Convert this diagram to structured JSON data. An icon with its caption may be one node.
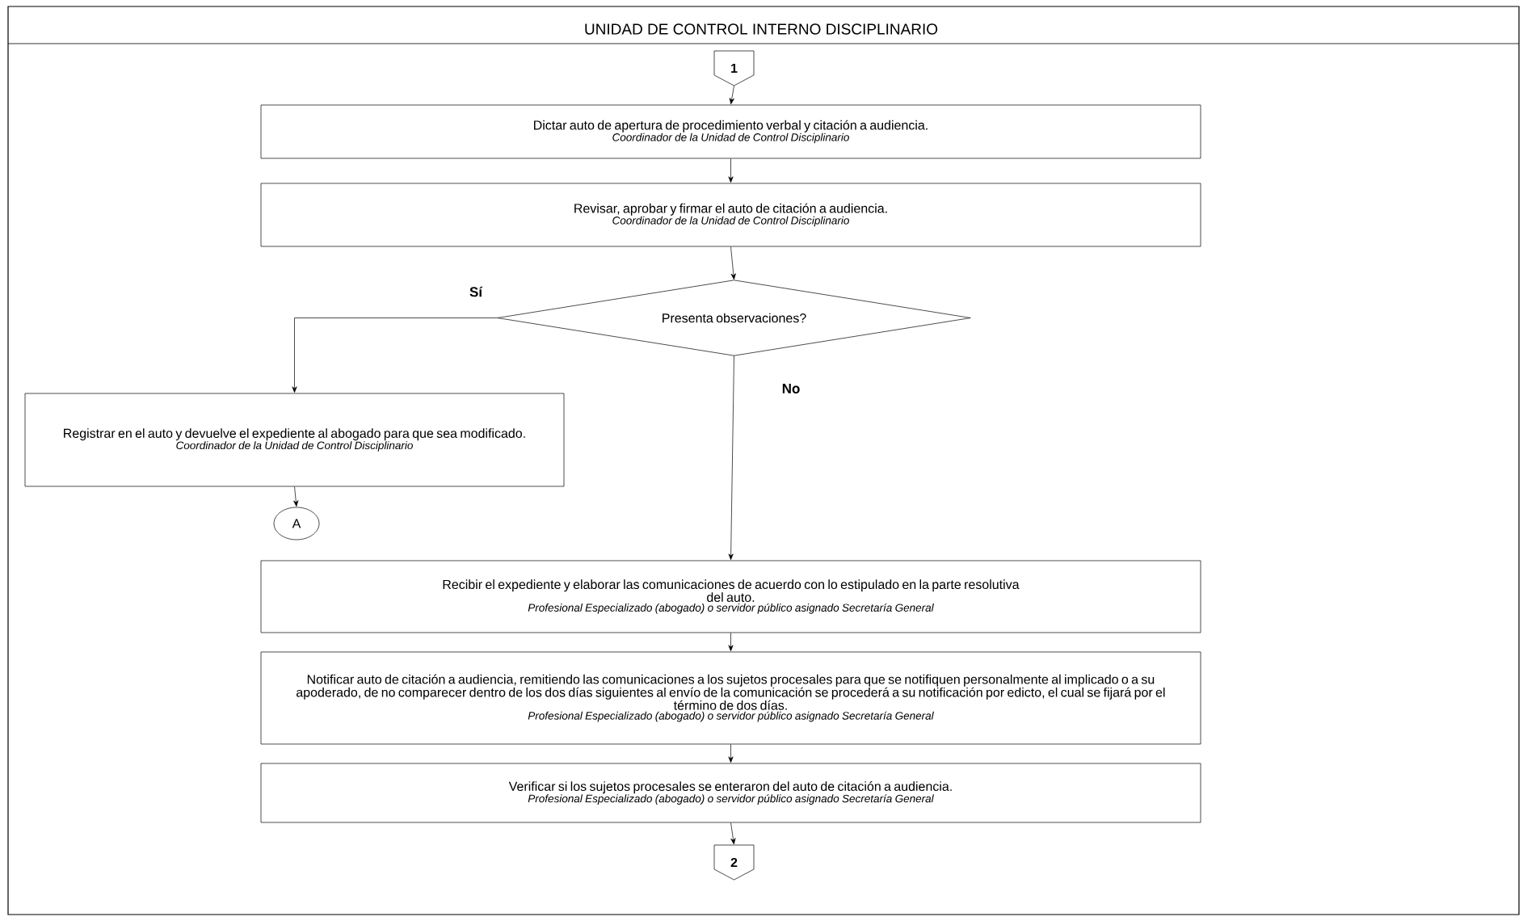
{
  "diagram": {
    "title": "UNIDAD DE CONTROL INTERNO DISCIPLINARIO",
    "nodes": [
      {
        "text": [
          "1"
        ]
      },
      {
        "text": [
          "Dictar auto de apertura de procedimiento verbal y citación a audiencia.",
          "Coordinador de la Unidad de Control Disciplinario"
        ]
      },
      {
        "text": [
          "Revisar, aprobar y firmar el auto de citación a audiencia.",
          "Coordinador de la Unidad de Control Disciplinario"
        ]
      },
      {
        "text": [
          "Presenta observaciones?"
        ]
      },
      {
        "text": [
          "Registrar en el auto y devuelve el expediente al abogado para que sea modificado.",
          "Coordinador de la Unidad de Control Disciplinario"
        ]
      },
      {
        "text": [
          "A"
        ]
      },
      {
        "text": [
          "Recibir el expediente y elaborar las comunicaciones de acuerdo con lo estipulado en la parte resolutiva del auto.",
          "Profesional Especializado (abogado) o servidor público asignado Secretaría General"
        ]
      },
      {
        "text": [
          "Notificar auto de citación a audiencia, remitiendo las comunicaciones a los sujetos procesales para que se notifiquen personalmente al implicado o a su apoderado, de no comparecer dentro de los dos días siguientes al envío de la comunicación se procederá a su notificación por edicto, el cual se fijará por el término de dos días.",
          "Profesional Especializado (abogado) o servidor público asignado Secretaría General"
        ]
      },
      {
        "text": [
          "Verificar si los sujetos procesales se enteraron del auto de citación a audiencia.",
          "Profesional Especializado (abogado) o servidor público asignado Secretaría General"
        ]
      },
      {
        "text": [
          "2"
        ]
      }
    ],
    "edges": [
      {
        "from": 0,
        "to": 1,
        "arrow": "to"
      },
      {
        "from": 1,
        "to": 2,
        "arrow": "to"
      },
      {
        "from": 2,
        "to": 3,
        "arrow": "to"
      },
      {
        "from": 3,
        "to": 4,
        "arrow": "to",
        "label": "Sí"
      },
      {
        "from": 3,
        "to": 6,
        "arrow": "to",
        "label": "No"
      },
      {
        "from": 4,
        "to": 5,
        "arrow": "to"
      },
      {
        "from": 6,
        "to": 7,
        "arrow": "to"
      },
      {
        "from": 7,
        "to": 8,
        "arrow": "to"
      },
      {
        "from": 8,
        "to": 9,
        "arrow": "to"
      }
    ]
  }
}
